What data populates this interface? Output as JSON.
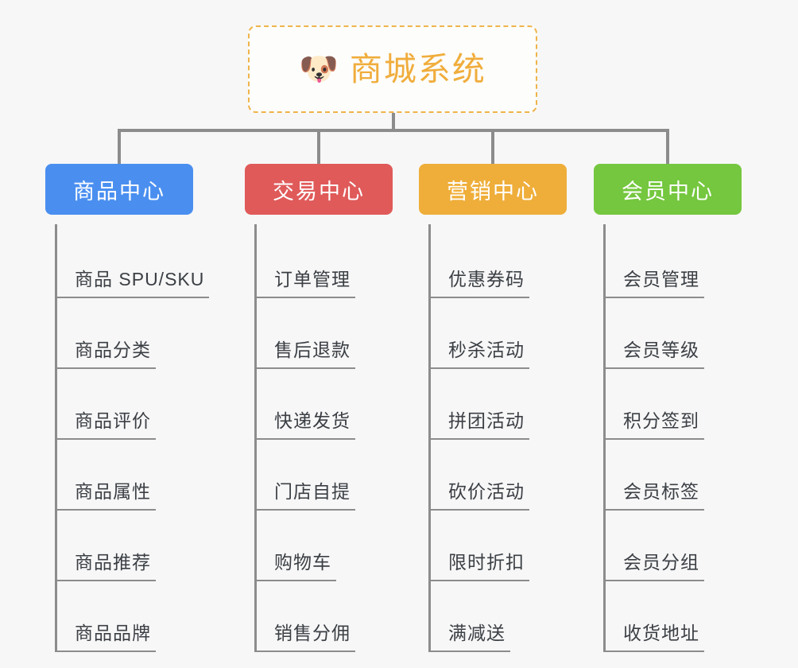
{
  "root": {
    "icon": "dog-face-icon",
    "icon_glyph": "🐶",
    "title": "商城系统",
    "border_color": "#efb44a",
    "text_color": "#f0ad3c"
  },
  "canvas": {
    "background": "#f7f7f7",
    "connector_color": "#8c8c8c"
  },
  "columns": [
    {
      "id": "product-center",
      "label": "商品中心",
      "color": "#4a8ff0",
      "items": [
        "商品 SPU/SKU",
        "商品分类",
        "商品评价",
        "商品属性",
        "商品推荐",
        "商品品牌"
      ]
    },
    {
      "id": "trade-center",
      "label": "交易中心",
      "color": "#e05a5a",
      "items": [
        "订单管理",
        "售后退款",
        "快递发货",
        "门店自提",
        "购物车",
        "销售分佣"
      ]
    },
    {
      "id": "marketing-center",
      "label": "营销中心",
      "color": "#efae3a",
      "items": [
        "优惠券码",
        "秒杀活动",
        "拼团活动",
        "砍价活动",
        "限时折扣",
        "满减送"
      ]
    },
    {
      "id": "member-center",
      "label": "会员中心",
      "color": "#74c73e",
      "items": [
        "会员管理",
        "会员等级",
        "积分签到",
        "会员标签",
        "会员分组",
        "收货地址"
      ]
    }
  ]
}
